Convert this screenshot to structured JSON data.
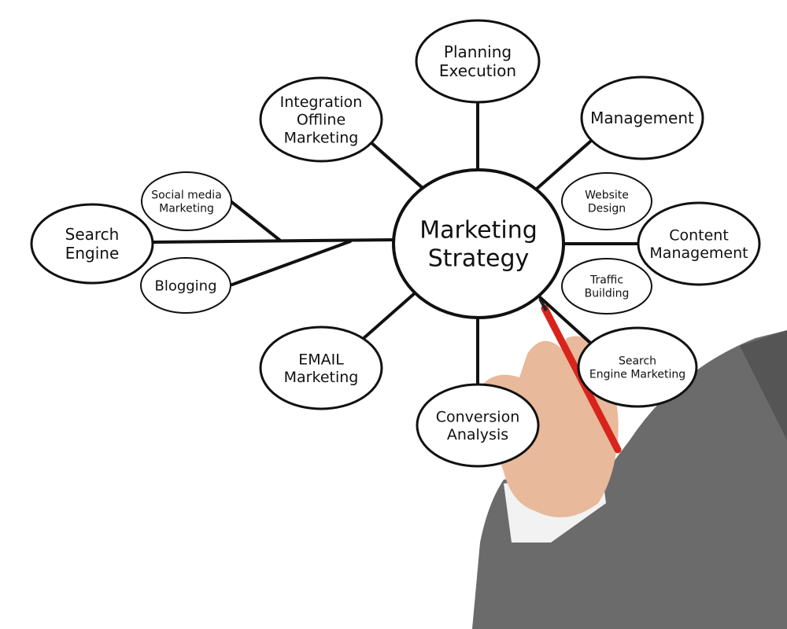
{
  "center": {
    "lines": [
      "Marketing",
      "Strategy"
    ]
  },
  "nodes": {
    "planning": {
      "lines": [
        "Planning",
        "Execution"
      ]
    },
    "integration": {
      "lines": [
        "Integration",
        "Offline",
        "Marketing"
      ]
    },
    "management": {
      "lines": [
        "Management"
      ]
    },
    "social": {
      "lines": [
        "Social media",
        "Marketing"
      ]
    },
    "website": {
      "lines": [
        "Website",
        "Design"
      ]
    },
    "search": {
      "lines": [
        "Search",
        "Engine"
      ]
    },
    "content": {
      "lines": [
        "Content",
        "Management"
      ]
    },
    "blogging": {
      "lines": [
        "Blogging"
      ]
    },
    "traffic": {
      "lines": [
        "Traffic",
        "Building"
      ]
    },
    "email": {
      "lines": [
        "EMAIL",
        "Marketing"
      ]
    },
    "conversion": {
      "lines": [
        "Conversion",
        "Analysis"
      ]
    },
    "sem": {
      "lines": [
        "Search",
        "Engine Marketing"
      ]
    }
  },
  "colors": {
    "ink": "#111111",
    "suit": "#6b6b6b",
    "skin": "#e8b99a",
    "pen": "#d8241c"
  }
}
